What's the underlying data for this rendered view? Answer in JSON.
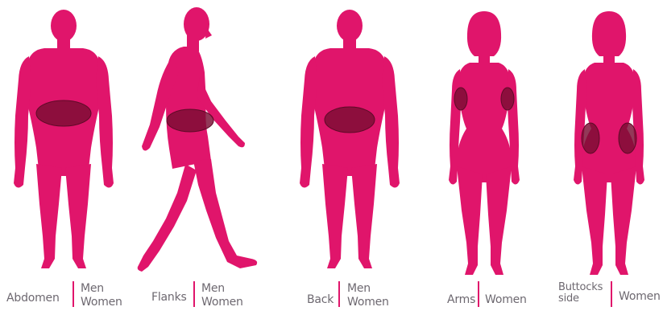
{
  "colors": {
    "body": "#e0156b",
    "zone": "#7a0d33",
    "zone_stroke": "#5e0a27",
    "label": "#6d6870",
    "divider": "#e0156b"
  },
  "figures": [
    {
      "area": "Abdomen",
      "audience_1": "Men",
      "audience_2": "Women"
    },
    {
      "area": "Flanks",
      "audience_1": "Men",
      "audience_2": "Women"
    },
    {
      "area": "Back",
      "audience_1": "Men",
      "audience_2": "Women"
    },
    {
      "area": "Arms",
      "audience_1": "Women"
    },
    {
      "area_1": "Buttocks",
      "area_2": "side",
      "audience_1": "Women"
    }
  ]
}
